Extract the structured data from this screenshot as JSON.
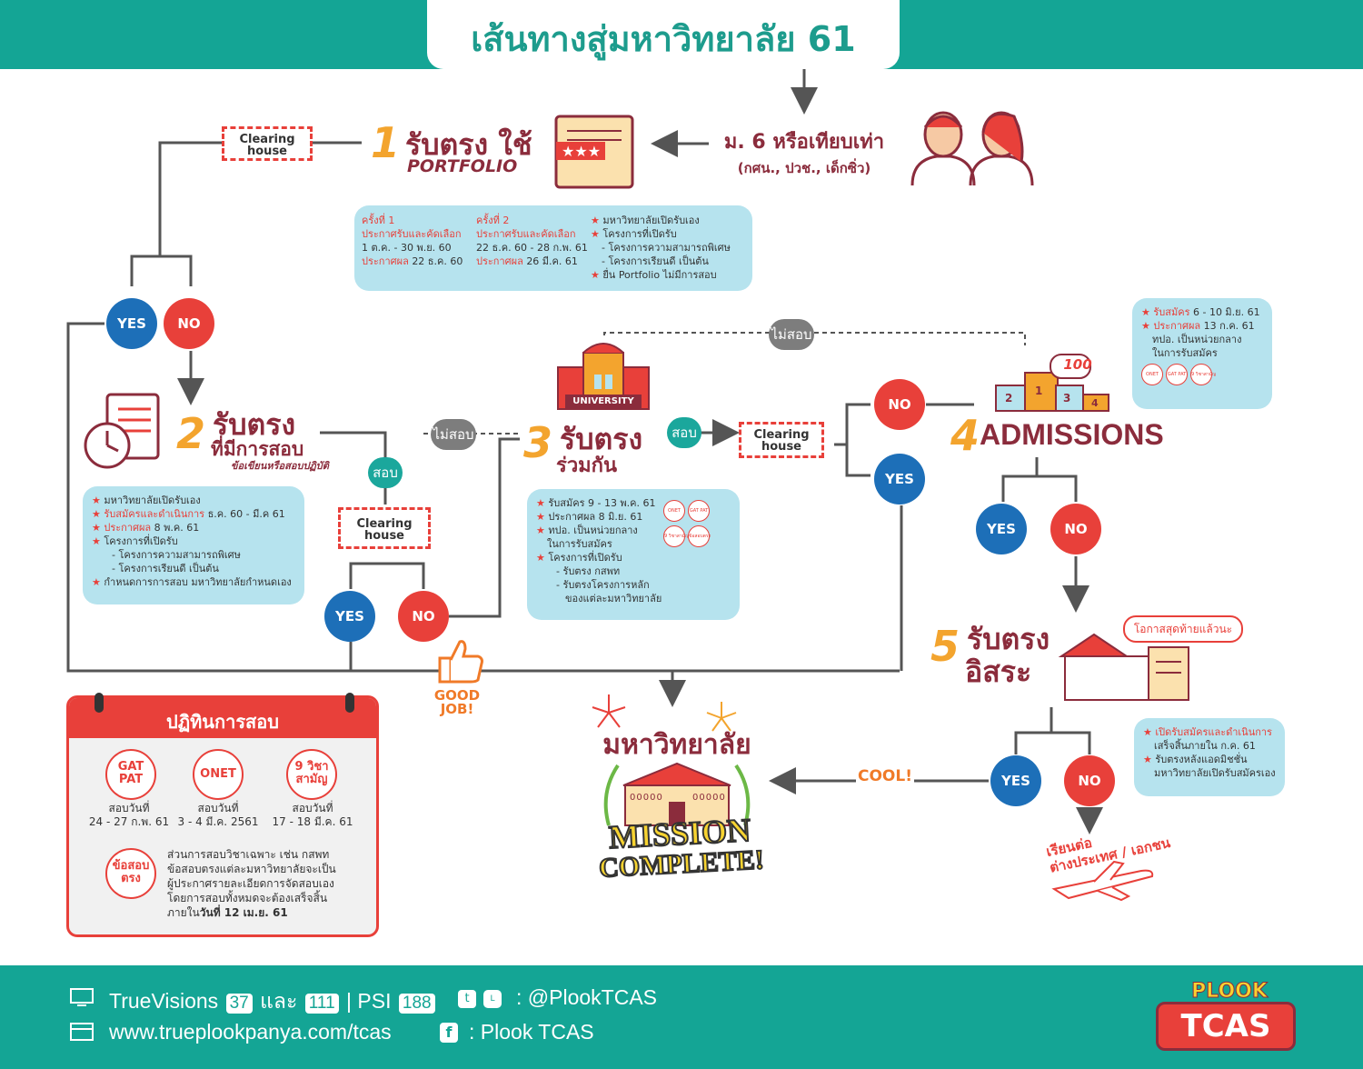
{
  "header": {
    "title": "เส้นทางสู่มหาวิทยาลัย 61"
  },
  "start": {
    "title": "ม. 6 หรือเทียบเท่า",
    "subtitle": "(กศน., ปวช., เด็กซิ่ว)"
  },
  "step1": {
    "number": "1",
    "title": "รับตรง ใช้",
    "subtitle": "PORTFOLIO",
    "clearing": "Clearing house",
    "round1": {
      "heading": "ครั้งที่ 1",
      "label": "ประกาศรับและคัดเลือก",
      "dates": "1 ต.ค. - 30 พ.ย. 60",
      "result_label": "ประกาศผล",
      "result_date": "22 ธ.ค. 60"
    },
    "round2": {
      "heading": "ครั้งที่ 2",
      "label": "ประกาศรับและคัดเลือก",
      "dates": "22 ธ.ค. 60 - 28 ก.พ. 61",
      "result_label": "ประกาศผล",
      "result_date": "26 มี.ค. 61"
    },
    "notes": [
      "มหาวิทยาลัยเปิดรับเอง",
      "โครงการที่เปิดรับ",
      "- โครงการความสามารถพิเศษ",
      "- โครงการเรียนดี เป็นต้น",
      "ยื่น Portfolio ไม่มีการสอบ"
    ]
  },
  "step2": {
    "number": "2",
    "title": "รับตรง",
    "title2": "ที่มีการสอบ",
    "subtitle": "ข้อเขียนหรือสอบปฏิบัติ",
    "clearing": "Clearing house",
    "notes": [
      {
        "text": "มหาวิทยาลัยเปิดรับเอง",
        "highlight": ""
      },
      {
        "text": " ธ.ค. 60 - มี.ค 61",
        "highlight": "รับสมัครและดำเนินการ"
      },
      {
        "text": " 8 พ.ค. 61",
        "highlight": "ประกาศผล"
      },
      {
        "text": "โครงการที่เปิดรับ",
        "highlight": ""
      },
      {
        "text": "- โครงการความสามารถพิเศษ",
        "highlight": ""
      },
      {
        "text": "- โครงการเรียนดี เป็นต้น",
        "highlight": ""
      },
      {
        "text": "กำหนดการการสอบ มหาวิทยาลัยกำหนดเอง",
        "highlight": ""
      }
    ]
  },
  "step3": {
    "number": "3",
    "title": "รับตรง",
    "title2": "ร่วมกัน",
    "university_label": "UNIVERSITY",
    "clearing": "Clearing house",
    "notes": [
      "รับสมัคร 9 - 13 พ.ค. 61",
      "ประกาศผล 8 มิ.ย. 61",
      "ทปอ. เป็นหน่วยกลาง",
      "ในการรับสมัคร",
      "โครงการที่เปิดรับ",
      "- รับตรง กสพท",
      "- รับตรงโครงการหลัก",
      "ของแต่ละมหาวิทยาลัย"
    ],
    "tags": [
      "ONET",
      "GAT PAT",
      "9 วิชาสามัญ",
      "ข้อสอบตรง"
    ]
  },
  "step4": {
    "number": "4",
    "title": "ADMISSIONS",
    "podium": [
      "2",
      "1",
      "3",
      "4"
    ],
    "score": "100",
    "notes": [
      {
        "highlight": "รับสมัคร",
        "text": " 6 - 10 มิ.ย. 61"
      },
      {
        "highlight": "ประกาศผล",
        "text": " 13 ก.ค. 61"
      },
      {
        "highlight": "",
        "text": "ทปอ. เป็นหน่วยกลาง"
      },
      {
        "highlight": "",
        "text": "ในการรับสมัคร"
      }
    ],
    "tags": [
      "ONET",
      "GAT PAT",
      "9 วิชาสามัญ"
    ]
  },
  "step5": {
    "number": "5",
    "title": "รับตรง",
    "title2": "อิสระ",
    "bubble": "โอกาสสุดท้ายแล้วนะ",
    "notes": [
      {
        "highlight": "เปิดรับสมัครและดำเนินการ",
        "text": ""
      },
      {
        "highlight": "",
        "text": "เสร็จสิ้นภายใน ก.ค. 61"
      },
      {
        "highlight": "",
        "text": "รับตรงหลังแอดมิชชั่น"
      },
      {
        "highlight": "",
        "text": "มหาวิทยาลัยเปิดรับสมัครเอง"
      }
    ]
  },
  "labels": {
    "yes": "YES",
    "no": "NO",
    "no_exam": "ไม่สอบ",
    "exam": "สอบ",
    "good_job": "GOOD JOB!",
    "cool": "COOL!"
  },
  "mission": {
    "arc_text": "มหาวิทยาลัย",
    "line1": "MISSION",
    "line2": "COMPLETE!",
    "windows": "00000"
  },
  "abroad": {
    "line1": "เรียนต่อ",
    "line2": "ต่างประเทศ",
    "line3": "/ เอกชน"
  },
  "calendar": {
    "title": "ปฏิทินการสอบ",
    "exams": [
      {
        "badge": "GAT PAT",
        "label": "สอบวันที่",
        "date": "24 - 27 ก.พ. 61"
      },
      {
        "badge": "ONET",
        "label": "สอบวันที่",
        "date": "3 - 4 มี.ค. 2561"
      },
      {
        "badge": "9 วิชา สามัญ",
        "label": "สอบวันที่",
        "date": "17 - 18 มี.ค. 61"
      }
    ],
    "direct_badge": "ข้อสอบ ตรง",
    "direct_lines": [
      "ส่วนการสอบวิชาเฉพาะ เช่น กสพท",
      "ข้อสอบตรงแต่ละมหาวิทยาลัยจะเป็น",
      "ผู้ประกาศรายละเอียดการจัดสอบเอง",
      "โดยการสอบทั้งหมดจะต้องเสร็จสิ้น"
    ],
    "deadline_prefix": "ภายใน",
    "deadline_bold": "วันที่ 12 เม.ย. 61"
  },
  "footer": {
    "tv": "TrueVisions",
    "ch1": "37",
    "and": "และ",
    "ch2": "111",
    "sep": "|",
    "psi": "PSI",
    "ch3": "188",
    "social": ": @PlookTCAS",
    "website": "www.trueplookpanya.com/tcas",
    "facebook": ": Plook TCAS",
    "logo_top": "PLOOK",
    "logo_bottom": "TCAS"
  },
  "colors": {
    "teal": "#14a595",
    "red": "#e8403a",
    "blue": "#1d6fb8",
    "maroon": "#8b2c3c",
    "orange": "#f3a42e",
    "light_blue": "#b6e3ee"
  }
}
